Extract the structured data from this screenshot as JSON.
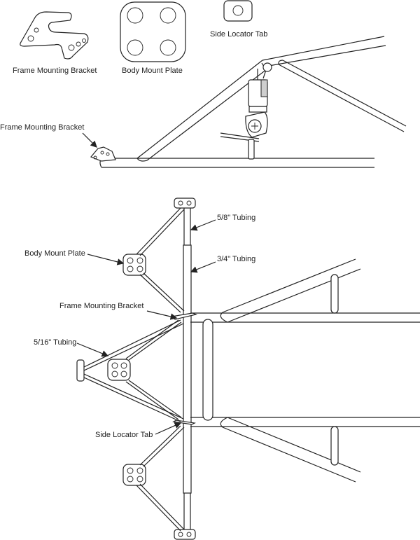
{
  "legend": {
    "frame_bracket_label": "Frame Mounting Bracket",
    "body_plate_label": "Body Mount Plate",
    "side_tab_label": "Side Locator Tab"
  },
  "side_view": {
    "bracket_label": "Frame Mounting Bracket"
  },
  "top_view": {
    "tubing_58_label": "5/8\" Tubing",
    "tubing_34_label": "3/4\" Tubing",
    "body_mount_plate_label": "Body Mount Plate",
    "frame_mounting_bracket_label": "Frame Mounting Bracket",
    "tubing_516_label": "5/16\" Tubing",
    "side_locator_tab_label": "Side Locator Tab"
  },
  "colors": {
    "line": "#222222",
    "shade": "#cfcfcf",
    "background": "#ffffff"
  }
}
